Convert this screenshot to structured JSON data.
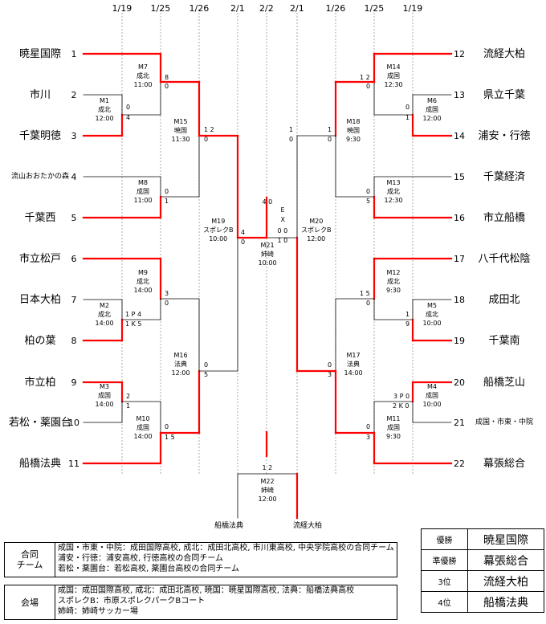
{
  "dates": {
    "left": [
      "1/19",
      "1/25",
      "1/26",
      "2/1"
    ],
    "center": "2/2",
    "right": [
      "2/1",
      "1/26",
      "1/25",
      "1/19"
    ]
  },
  "teams_left": [
    {
      "num": "1",
      "name": "暁星国際"
    },
    {
      "num": "2",
      "name": "市川"
    },
    {
      "num": "3",
      "name": "千葉明徳"
    },
    {
      "num": "4",
      "name": "流山おおたかの森"
    },
    {
      "num": "5",
      "name": "千葉西"
    },
    {
      "num": "6",
      "name": "市立松戸"
    },
    {
      "num": "7",
      "name": "日本大柏"
    },
    {
      "num": "8",
      "name": "柏の葉"
    },
    {
      "num": "9",
      "name": "市立柏"
    },
    {
      "num": "10",
      "name": "若松・薬園台"
    },
    {
      "num": "11",
      "name": "船橋法典"
    }
  ],
  "teams_right": [
    {
      "num": "12",
      "name": "流経大柏"
    },
    {
      "num": "13",
      "name": "県立千葉"
    },
    {
      "num": "14",
      "name": "浦安・行徳"
    },
    {
      "num": "15",
      "name": "千葉経済"
    },
    {
      "num": "16",
      "name": "市立船橋"
    },
    {
      "num": "17",
      "name": "八千代松陰"
    },
    {
      "num": "18",
      "name": "成田北"
    },
    {
      "num": "19",
      "name": "千葉南"
    },
    {
      "num": "20",
      "name": "船橋芝山"
    },
    {
      "num": "21",
      "name": "成国・市東・中院"
    },
    {
      "num": "22",
      "name": "幕張総合"
    }
  ],
  "matches": {
    "M1": [
      "M1",
      "成北",
      "12:00"
    ],
    "M2": [
      "M2",
      "成北",
      "14:00"
    ],
    "M3": [
      "M3",
      "成国",
      "14:00"
    ],
    "M4": [
      "M4",
      "成国",
      "10:00"
    ],
    "M5": [
      "M5",
      "成北",
      "10:00"
    ],
    "M6": [
      "M6",
      "成国",
      "12:00"
    ],
    "M7": [
      "M7",
      "成北",
      "11:00"
    ],
    "M8": [
      "M8",
      "成国",
      "11:00"
    ],
    "M9": [
      "M9",
      "成北",
      "14:00"
    ],
    "M10": [
      "M10",
      "成国",
      "14:00"
    ],
    "M11": [
      "M11",
      "成国",
      "9:30"
    ],
    "M12": [
      "M12",
      "成北",
      "9:30"
    ],
    "M13": [
      "M13",
      "成北",
      "12:30"
    ],
    "M14": [
      "M14",
      "成国",
      "12:30"
    ],
    "M15": [
      "M15",
      "暁国",
      "11:30"
    ],
    "M16": [
      "M16",
      "法典",
      "12:00"
    ],
    "M17": [
      "M17",
      "法典",
      "14:00"
    ],
    "M18": [
      "M18",
      "暁国",
      "9:30"
    ],
    "M19": [
      "M19",
      "スポレクB",
      "10:00"
    ],
    "M20": [
      "M20",
      "スポレクB",
      "12:00"
    ],
    "M21": [
      "M21",
      "姉崎",
      "10:00"
    ],
    "M22": [
      "M22",
      "姉崎",
      "12:00"
    ]
  },
  "scores": {
    "m7_top": "8",
    "m7_bot": "0",
    "m1_top": "0",
    "m1_bot": "4",
    "m8_top": "0",
    "m8_bot": "1",
    "m9_top": "3",
    "m9_bot": "0",
    "m2_top": "1 P 4",
    "m2_bot": "1 K 5",
    "m3_top": "2",
    "m3_bot": "1",
    "m10_top": "0",
    "m10_bot": "1 5",
    "m15_top": "1 2",
    "m15_bot": "0",
    "m16_top": "0",
    "m16_bot": "5",
    "m19_top": "4",
    "m19_bot": "0",
    "m21_top": "4 0",
    "m21_ex": "E X",
    "m21_zero": "0 0",
    "m21_right": "1 0",
    "m20_top": "1",
    "m20_bot": "0",
    "m18_top": "1",
    "m18_bot": "0",
    "m17_top": "0",
    "m17_bot": "3",
    "m14_top": "1 2",
    "m14_bot": "0",
    "m6_top": "0",
    "m6_bot": "1",
    "m13_top": "0",
    "m13_bot": "5",
    "m12_top": "1 5",
    "m12_bot": "0",
    "m5_top": "1",
    "m5_bot": "9",
    "m4_top": "3 P 0",
    "m4_bot": "2 K 0",
    "m11_top": "0",
    "m11_bot": "3",
    "m22": "1 2"
  },
  "final_teams": {
    "left": "船橋法典",
    "right": "流経大柏"
  },
  "legend": {
    "merged_head": "合同\nチーム",
    "merged_lines": [
      "成国・市東・中院：成田国際高校, 成北：成田北高校, 市川東高校, 中央学院高校の合同チーム",
      "浦安・行徳：浦安高校, 行徳高校の合同チーム",
      "若松・薬園台：若松高校, 薬園台高校の合同チーム"
    ],
    "venue_head": "会場",
    "venue_lines": [
      "成国：成田国際高校, 成北：成田北高校, 暁国：暁星国際高校, 法典：船橋法典高校",
      "スポレクB：市原スポレクパークBコート",
      "姉崎：姉崎サッカー場"
    ]
  },
  "results": [
    {
      "rank": "優勝",
      "team": "暁星国際"
    },
    {
      "rank": "準優勝",
      "team": "幕張総合"
    },
    {
      "rank": "3位",
      "team": "流経大柏"
    },
    {
      "rank": "4位",
      "team": "船橋法典"
    }
  ],
  "colors": {
    "win": "#ff0000",
    "line": "#000000",
    "dash": "#888888"
  }
}
